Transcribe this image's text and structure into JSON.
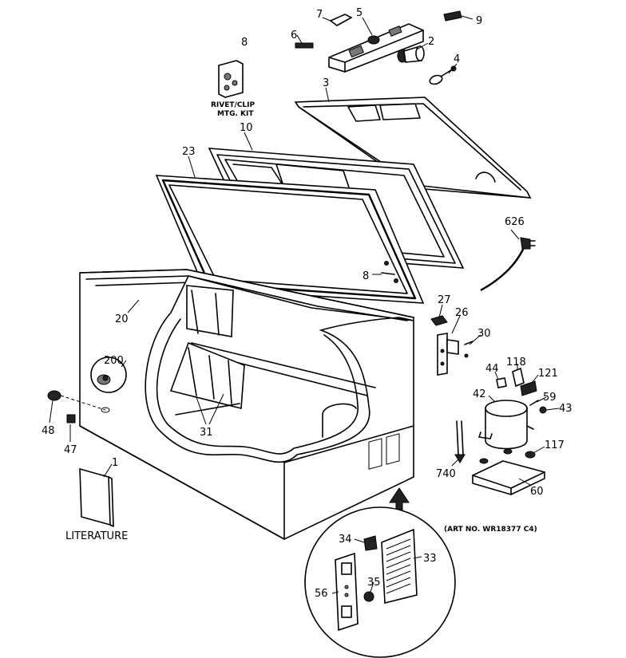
{
  "labels": {
    "p1": "1",
    "p2": "2",
    "p3": "3",
    "p4": "4",
    "p5": "5",
    "p6": "6",
    "p7": "7",
    "p8a": "8",
    "p8b": "8",
    "p9": "9",
    "p10": "10",
    "p20": "20",
    "p23": "23",
    "p26": "26",
    "p27": "27",
    "p30": "30",
    "p31": "31",
    "p33": "33",
    "p34": "34",
    "p35": "35",
    "p42": "42",
    "p43": "43",
    "p44": "44",
    "p47": "47",
    "p48": "48",
    "p56": "56",
    "p59": "59",
    "p60": "60",
    "p117": "117",
    "p118": "118",
    "p121": "121",
    "p200": "200",
    "p626": "626",
    "p740": "740"
  },
  "text": {
    "kit_line1": "RIVET/CLIP",
    "kit_line2": "MTG. KIT",
    "literature": "LITERATURE",
    "art_no": "(ART NO. WR18377 C4)"
  }
}
